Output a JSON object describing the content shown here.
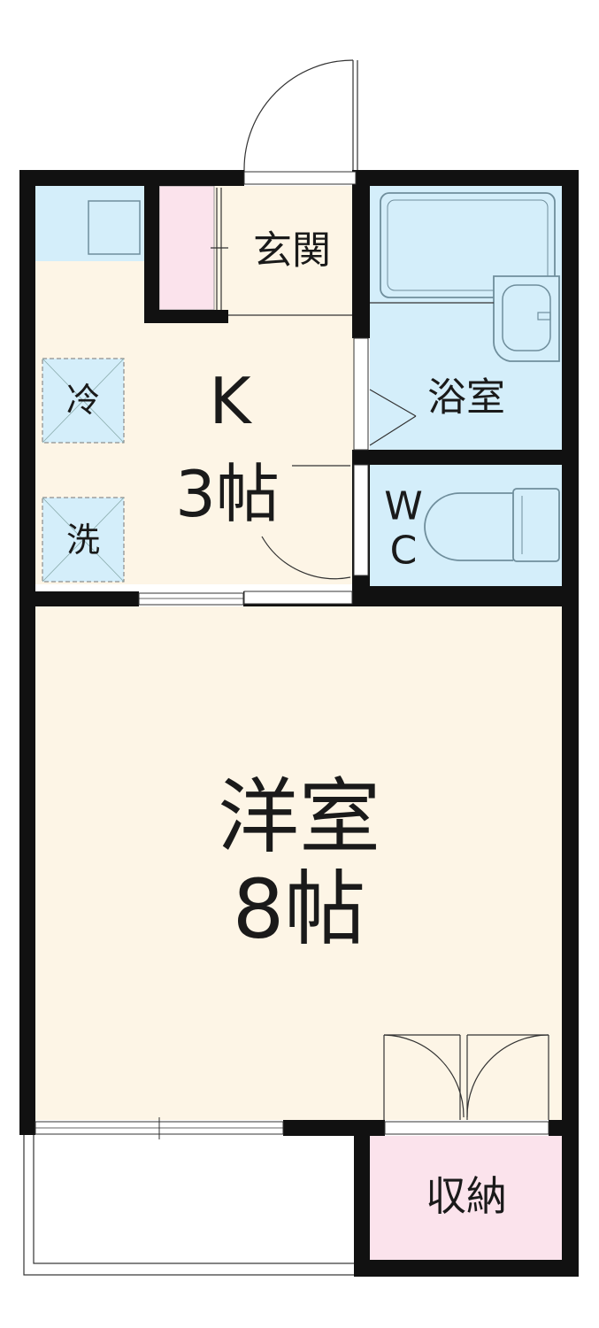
{
  "colors": {
    "floor": "#fdf5e6",
    "wet_area": "#d4eefa",
    "closet": "#fbe3ec",
    "wall": "#111111",
    "fixture_stroke": "#6f8e9c",
    "appliance_fill": "#d4eefa"
  },
  "rooms": {
    "entrance": {
      "label": "玄関"
    },
    "kitchen": {
      "label": "K",
      "size": "3帖"
    },
    "bath": {
      "label": "浴室"
    },
    "toilet": {
      "label_line1": "W",
      "label_line2": "C"
    },
    "western_room": {
      "label": "洋室",
      "size": "8帖"
    },
    "storage": {
      "label": "収納"
    }
  },
  "appliances": {
    "fridge": {
      "label": "冷"
    },
    "washer": {
      "label": "洗"
    }
  },
  "icons": {
    "sink": "sink-icon",
    "shoe_cabinet": "shoe-cabinet-icon",
    "bathtub": "bathtub-icon",
    "washbasin": "washbasin-icon",
    "toilet": "toilet-icon"
  }
}
